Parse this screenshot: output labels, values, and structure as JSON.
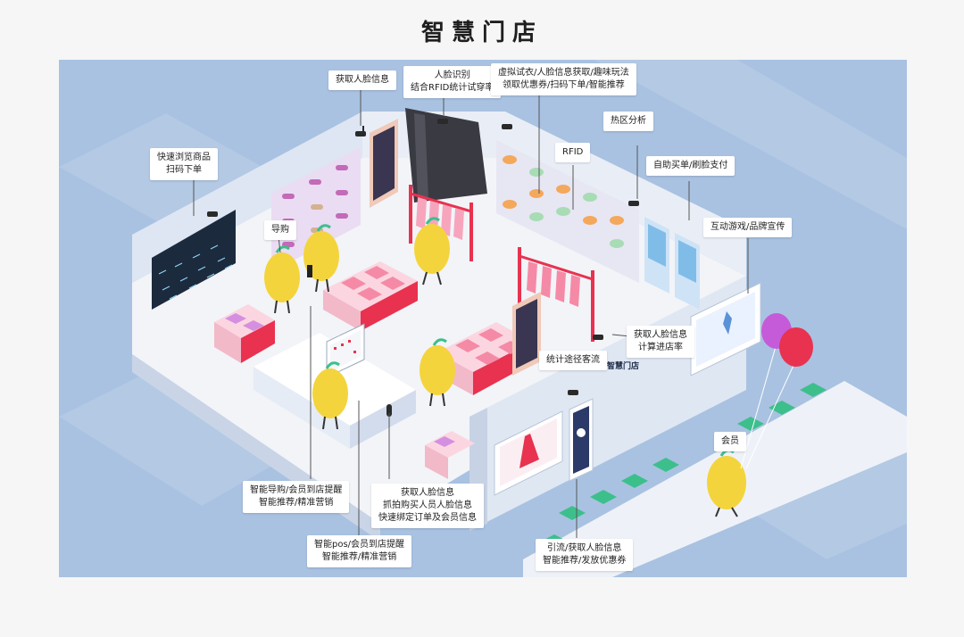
{
  "page": {
    "title": "智慧门店"
  },
  "store_sign": "智慧门店",
  "labels": {
    "browse": [
      "快速浏览商品",
      "扫码下单"
    ],
    "guide": [
      "导购"
    ],
    "face_entry": [
      "获取人脸信息"
    ],
    "fitting": [
      "人脸识别",
      "结合RFID统计试穿率"
    ],
    "virtual": [
      "虚拟试衣/人脸信息获取/趣味玩法",
      "领取优惠券/扫码下单/智能推荐"
    ],
    "heat": [
      "热区分析"
    ],
    "rfid": [
      "RFID"
    ],
    "selfpay": [
      "自助买单/刷脸支付"
    ],
    "game": [
      "互动游戏/品牌宣传"
    ],
    "entry_rate": [
      "获取人脸信息",
      "计算进店率"
    ],
    "path": [
      "统计途径客流"
    ],
    "member": [
      "会员"
    ],
    "smart_guide": [
      "智能导购/会员到店提醒",
      "智能推荐/精准营销"
    ],
    "pos": [
      "智能pos/会员到店提醒",
      "智能推荐/精准营销"
    ],
    "capture": [
      "获取人脸信息",
      "抓拍购买人员人脸信息",
      "快速绑定订单及会员信息"
    ],
    "traffic": [
      "引流/获取人脸信息",
      "智能推荐/发放优惠券"
    ]
  },
  "colors": {
    "background": "#a9c2e1",
    "floor": "#f2f4f8",
    "wall": "#dde6f2",
    "accent_red": "#e8324f",
    "mascot_yellow": "#f4d43c",
    "pink": "#f7a5bd",
    "green_tile": "#3dbf8c",
    "balloon_purple": "#c65bd9",
    "balloon_red": "#e8324f"
  }
}
